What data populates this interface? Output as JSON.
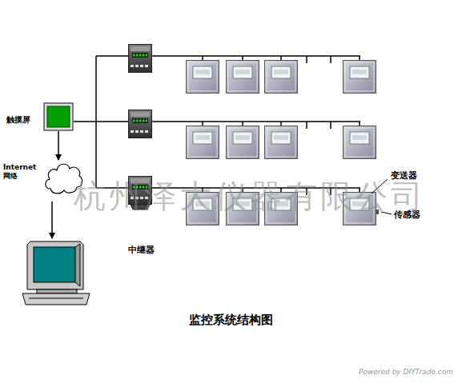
{
  "diagram": {
    "caption": "监控系统结构图",
    "nodes": [
      {
        "text": [
          "触摸屏"
        ]
      },
      {
        "text": [
          "Internet 网络"
        ]
      }
    ],
    "edges": [
      {
        "from": 0,
        "to": 1,
        "arrow": "to"
      }
    ],
    "labels": [
      "中继器",
      "变送器",
      "传感器",
      "杭州泽大仪器有限公司",
      "Powered by DIYTrade.com"
    ]
  }
}
